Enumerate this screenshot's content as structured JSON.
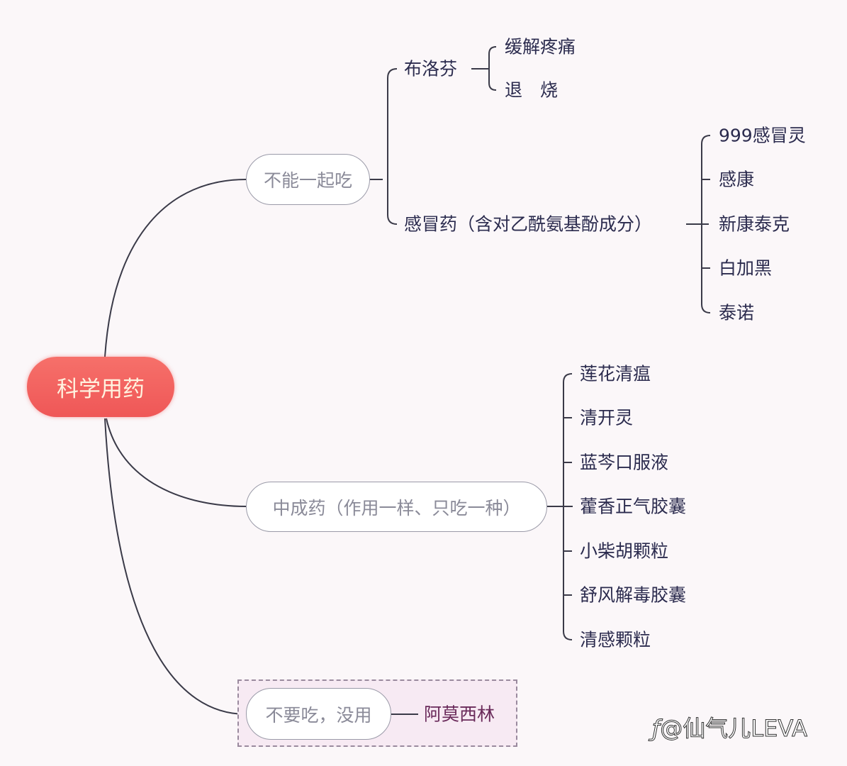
{
  "root": "科学用药",
  "branches": {
    "b1": {
      "label": "不能一起吃",
      "children": {
        "c1": {
          "label": "布洛芬",
          "items": [
            "缓解疼痛",
            "退　烧"
          ]
        },
        "c2": {
          "label": "感冒药（含对乙酰氨基酚成分）",
          "items": [
            "999感冒灵",
            "感康",
            "新康泰克",
            "白加黑",
            "泰诺"
          ]
        }
      }
    },
    "b2": {
      "label": "中成药（作用一样、只吃一种）",
      "items": [
        "莲花清瘟",
        "清开灵",
        "蓝芩口服液",
        "藿香正气胶囊",
        "小柴胡颗粒",
        "舒风解毒胶囊",
        "清感颗粒"
      ]
    },
    "b3": {
      "label": "不要吃，没用",
      "items": [
        "阿莫西林"
      ]
    }
  },
  "watermark": "@仙气儿LEVA",
  "colors": {
    "root": "#ef5757",
    "text": "#2b2b4e",
    "node_text": "#8a8a98",
    "amoxicillin": "#6a2a5a"
  }
}
